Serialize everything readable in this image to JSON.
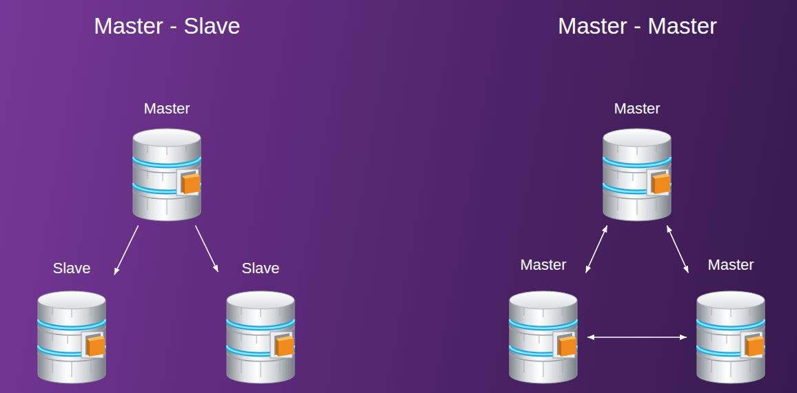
{
  "diagram": {
    "nodes": [
      {
        "text": [
          "Master"
        ]
      },
      {
        "text": [
          "Slave"
        ]
      },
      {
        "text": [
          "Slave"
        ]
      },
      {
        "text": [
          "Master"
        ]
      },
      {
        "text": [
          "Master"
        ]
      },
      {
        "text": [
          "Master"
        ]
      }
    ],
    "edges": [
      {
        "from": 0,
        "to": 1,
        "arrow": "to"
      },
      {
        "from": 0,
        "to": 2,
        "arrow": "to"
      },
      {
        "from": 3,
        "to": 4,
        "arrow": "both"
      },
      {
        "from": 3,
        "to": 5,
        "arrow": "both"
      },
      {
        "from": 4,
        "to": 5,
        "arrow": "both"
      }
    ],
    "labels": [
      "Master - Slave",
      "Master - Master"
    ]
  }
}
